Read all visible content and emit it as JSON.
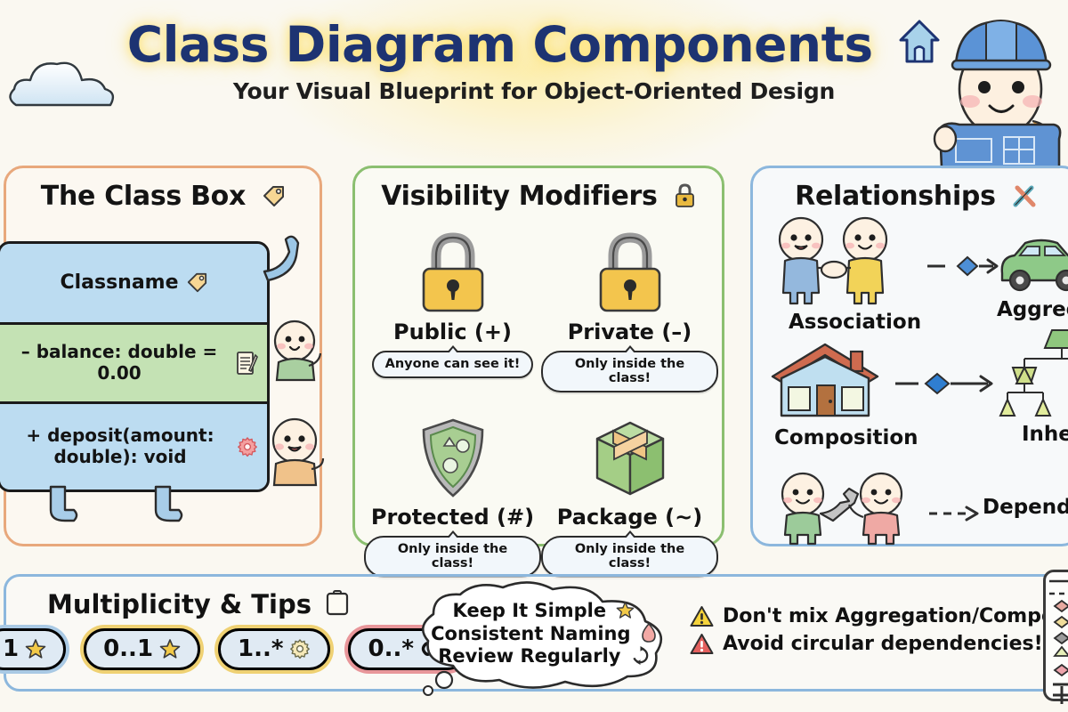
{
  "header": {
    "title": "Class Diagram Components",
    "title_icon": "house-icon",
    "subtitle": "Your Visual Blueprint for Object-Oriented Design",
    "decor_cloud": "cloud-icon",
    "decor_character": "construction-worker-with-blueprint"
  },
  "colors": {
    "background": "#faf8f1",
    "title": "#1d3372",
    "title_glow": "#ffe26e",
    "panel_left_border": "#e8a87c",
    "panel_mid_border": "#8bbf70",
    "panel_right_border": "#8cb7dd",
    "panel_bottom_border": "#8cb7dd",
    "classbox_name_fill": "#bcdcf1",
    "classbox_attr_fill": "#c4e2b4",
    "classbox_method_fill": "#bcdcf1",
    "lock_yellow": "#f2c44a",
    "shield_green": "#9ec98a",
    "package_green": "#a8cd87",
    "warn_yellow": "#f5d33c",
    "warn_red": "#e4605e"
  },
  "panels": {
    "class_box": {
      "title": "The Class Box",
      "title_icon": "tag-icon",
      "class_name": "Classname",
      "class_name_icon": "tag-icon",
      "attribute": "– balance: double = 0.00",
      "attribute_icon": "memo-icon",
      "method": "+ deposit(amount: double): void",
      "method_icon": "gear-icon"
    },
    "visibility": {
      "title": "Visibility Modifiers",
      "title_icon": "lock-icon",
      "items": [
        {
          "label": "Public (+)",
          "note": "Anyone can see it!",
          "icon": "padlock-icon"
        },
        {
          "label": "Private (–)",
          "note": "Only inside the class!",
          "icon": "padlock-icon"
        },
        {
          "label": "Protected (#)",
          "note": "Only inside the class!",
          "icon": "shield-icon"
        },
        {
          "label": "Package (~)",
          "note": "Only inside the class!",
          "icon": "package-box-icon"
        }
      ]
    },
    "relationships": {
      "title": "Relationships",
      "title_icon": "crossed-tools-icon",
      "items": [
        {
          "label": "Association",
          "icon": "two-people-handshake-icon",
          "connector": "line-diamond-arrow"
        },
        {
          "label": "Aggregation",
          "icon": "green-car-icon",
          "connector": "hollow-diamond-line"
        },
        {
          "label": "Composition",
          "icon": "house-icon",
          "connector": "filled-diamond-arrow"
        },
        {
          "label": "Inheritance",
          "icon": "triangle-hierarchy-icon",
          "connector": "hollow-triangle"
        },
        {
          "label": "Dependency",
          "icon": "person-with-wrench-icon",
          "connector": "dashed-arrow"
        }
      ]
    },
    "multiplicity_tips": {
      "title": "Multiplicity & Tips",
      "title_icon": "clipboard-icon",
      "badges": [
        {
          "label": "1",
          "icon": "star-icon",
          "accent": "blue"
        },
        {
          "label": "0..1",
          "icon": "star-icon",
          "accent": "yellow"
        },
        {
          "label": "1..*",
          "icon": "gear-icon",
          "accent": "yellow"
        },
        {
          "label": "0..*",
          "icon": "infinity-icon",
          "accent": "red"
        }
      ],
      "tips": [
        {
          "text": "Keep It Simple",
          "icon": "star-icon"
        },
        {
          "text": "Consistent Naming",
          "icon": "diamond-icon"
        },
        {
          "text": "Review Regularly",
          "icon": "refresh-icon"
        }
      ],
      "warnings": [
        {
          "text": "Don't mix Aggregation/Composition!",
          "icon": "warning-yellow-icon"
        },
        {
          "text": "Avoid circular dependencies!",
          "icon": "warning-red-icon"
        }
      ]
    },
    "legend_strip": {
      "name": "notation-legend-strip",
      "symbols": [
        "solid-line",
        "dashed-line",
        "filled-diamond",
        "hollow-diamond",
        "filled-diamond-dark",
        "hollow-triangle",
        "pink-diamond",
        "minus-sign",
        "plus-sign"
      ]
    }
  }
}
